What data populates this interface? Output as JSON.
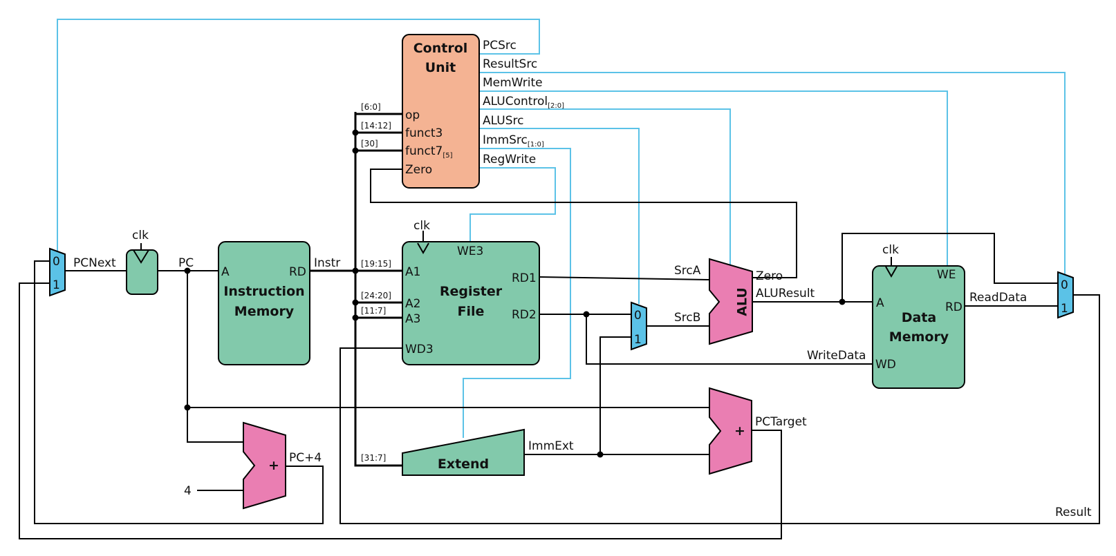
{
  "colors": {
    "block": "#82c9ab",
    "control_unit": "#f4b393",
    "alu_adder": "#ea7eb2",
    "mux": "#5bc2e7",
    "control_wire": "#5bc2e7",
    "wire": "#000000"
  },
  "pc_mux": {
    "in0": "0",
    "in1": "1"
  },
  "srcb_mux": {
    "in0": "0",
    "in1": "1"
  },
  "result_mux": {
    "in0": "0",
    "in1": "1"
  },
  "pc_register": {
    "clk": "clk"
  },
  "instruction_memory": {
    "title1": "Instruction",
    "title2": "Memory",
    "port_a": "A",
    "port_rd": "RD"
  },
  "register_file": {
    "title1": "Register",
    "title2": "File",
    "clk": "clk",
    "we3": "WE3",
    "a1": "A1",
    "a2": "A2",
    "a3": "A3",
    "wd3": "WD3",
    "rd1": "RD1",
    "rd2": "RD2"
  },
  "control_unit": {
    "title1": "Control",
    "title2": "Unit",
    "op": "op",
    "funct3": "funct3",
    "funct7": "funct7",
    "funct7_sub": "[5]",
    "zero": "Zero"
  },
  "control_signals": {
    "pcsrc": "PCSrc",
    "resultsrc": "ResultSrc",
    "memwrite": "MemWrite",
    "alucontrol": "ALUControl",
    "alucontrol_sub": "[2:0]",
    "alusrc": "ALUSrc",
    "immsrc": "ImmSrc",
    "immsrc_sub": "[1:0]",
    "regwrite": "RegWrite"
  },
  "alu": {
    "label": "ALU",
    "zero": "Zero"
  },
  "data_memory": {
    "title1": "Data",
    "title2": "Memory",
    "clk": "clk",
    "we": "WE",
    "port_a": "A",
    "port_rd": "RD",
    "port_wd": "WD"
  },
  "extend": {
    "label": "Extend"
  },
  "adders": {
    "plus": "+"
  },
  "signals": {
    "pcnext": "PCNext",
    "pc": "PC",
    "instr": "Instr",
    "pcplus4": "PC+4",
    "four": "4",
    "srca": "SrcA",
    "srcb": "SrcB",
    "aluresult": "ALUResult",
    "writedata": "WriteData",
    "readdata": "ReadData",
    "immext": "ImmExt",
    "pctarget": "PCTarget",
    "result": "Result"
  },
  "bitfields": {
    "op": "[6:0]",
    "funct3": "[14:12]",
    "funct7": "[30]",
    "a1": "[19:15]",
    "a2": "[24:20]",
    "a3": "[11:7]",
    "imm": "[31:7]"
  }
}
